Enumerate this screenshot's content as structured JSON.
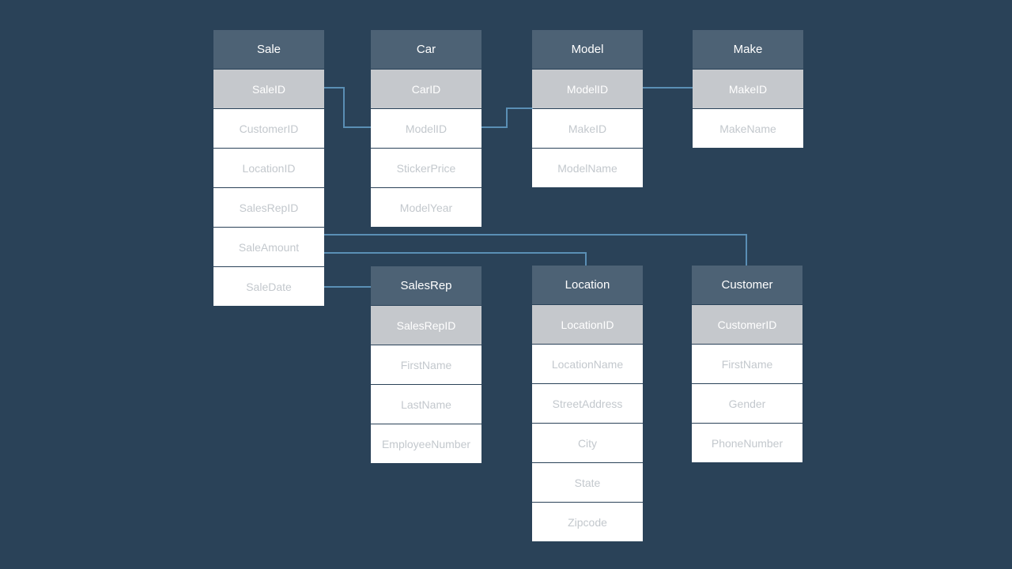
{
  "colors": {
    "background": "#2a4258",
    "header": "#4d6275",
    "key_row": "#c5c8cc",
    "row": "#ffffff",
    "row_text": "#c3c8cd",
    "connector": "#5a8fb5"
  },
  "tables": {
    "sale": {
      "title": "Sale",
      "fields": [
        "SaleID",
        "CustomerID",
        "LocationID",
        "SalesRepID",
        "SaleAmount",
        "SaleDate"
      ]
    },
    "car": {
      "title": "Car",
      "fields": [
        "CarID",
        "ModelID",
        "StickerPrice",
        "ModelYear"
      ]
    },
    "model": {
      "title": "Model",
      "fields": [
        "ModelID",
        "MakeID",
        "ModelName"
      ]
    },
    "make": {
      "title": "Make",
      "fields": [
        "MakeID",
        "MakeName"
      ]
    },
    "salesrep": {
      "title": "SalesRep",
      "fields": [
        "SalesRepID",
        "FirstName",
        "LastName",
        "EmployeeNumber"
      ]
    },
    "location": {
      "title": "Location",
      "fields": [
        "LocationID",
        "LocationName",
        "StreetAddress",
        "City",
        "State",
        "Zipcode"
      ]
    },
    "customer": {
      "title": "Customer",
      "fields": [
        "CustomerID",
        "FirstName",
        "Gender",
        "PhoneNumber"
      ]
    }
  }
}
